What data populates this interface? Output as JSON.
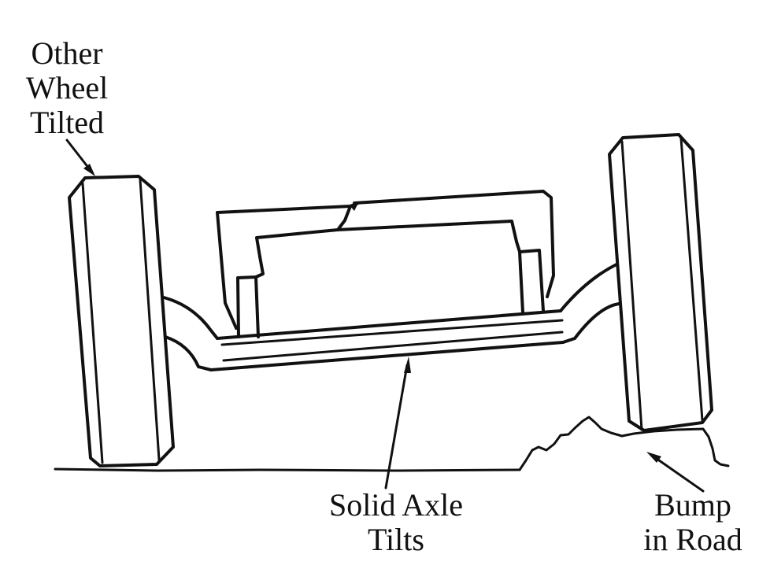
{
  "diagram": {
    "type": "illustration",
    "subject": "Solid axle suspension reacting to a bump in the road",
    "colors": {
      "ink": "#111111",
      "background": "#ffffff"
    },
    "labels": {
      "other_wheel": {
        "lines": [
          "Other",
          "Wheel",
          "Tilted"
        ]
      },
      "solid_axle": {
        "lines": [
          "Solid Axle",
          "Tilts"
        ]
      },
      "bump": {
        "lines": [
          "Bump",
          "in Road"
        ]
      }
    },
    "components": [
      "left-wheel",
      "right-wheel",
      "vehicle-frame",
      "solid-axle",
      "ground-line",
      "road-bump"
    ],
    "arrows": [
      {
        "from": "other-wheel-label",
        "to": "left-wheel-top"
      },
      {
        "from": "solid-axle-label",
        "to": "solid-axle"
      },
      {
        "from": "bump-label",
        "to": "road-bump"
      }
    ]
  }
}
